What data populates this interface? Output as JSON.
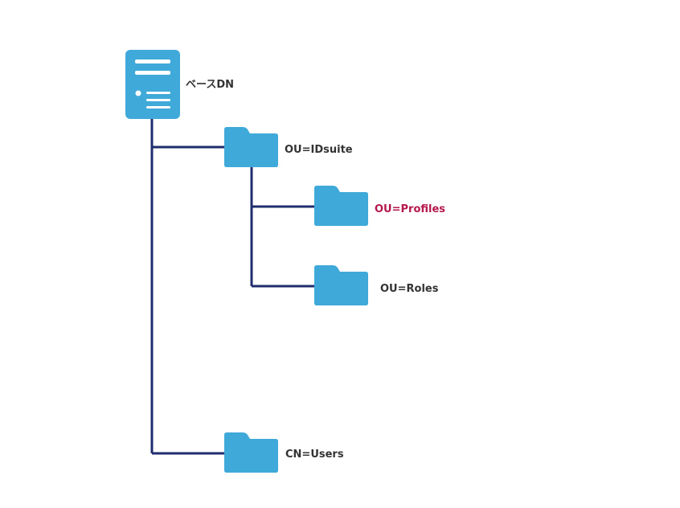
{
  "colors": {
    "connector": "#1f2d6e",
    "icon": "#3fa9d9",
    "icon_lines": "#ffffff",
    "label": "#333333",
    "highlight": "#b5174f"
  },
  "root": {
    "label": "ベースDN",
    "icon": "server-icon"
  },
  "nodes": [
    {
      "id": "idsuite",
      "label": "OU=IDsuite",
      "icon": "folder-icon",
      "highlighted": false
    },
    {
      "id": "profiles",
      "label": "OU=Profiles",
      "icon": "folder-icon",
      "highlighted": true
    },
    {
      "id": "roles",
      "label": "OU=Roles",
      "icon": "folder-icon",
      "highlighted": false
    },
    {
      "id": "users",
      "label": "CN=Users",
      "icon": "folder-icon",
      "highlighted": false
    }
  ]
}
